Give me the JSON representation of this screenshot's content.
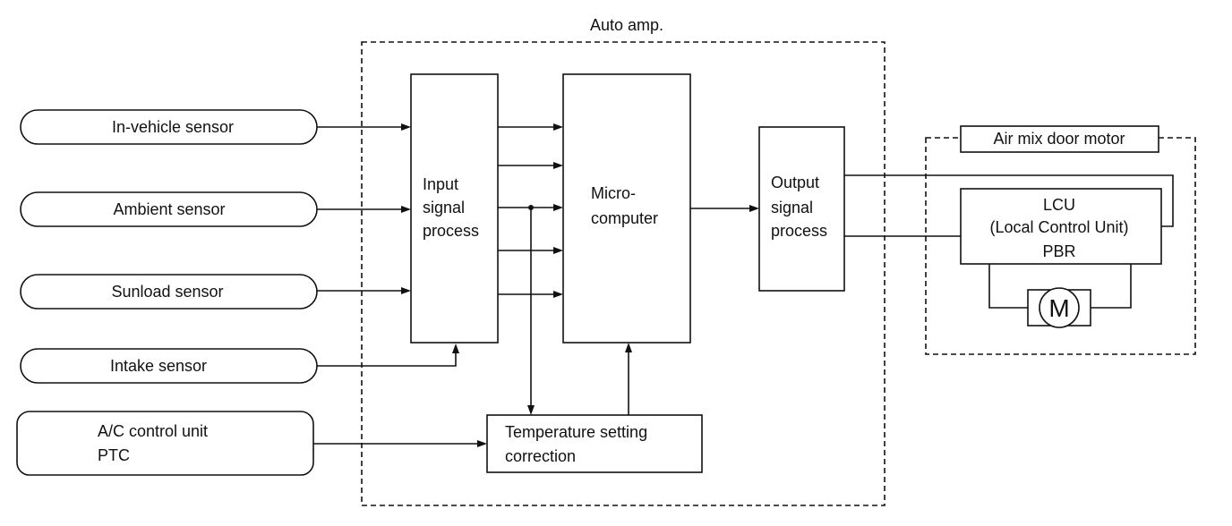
{
  "labels": {
    "auto_amp": "Auto amp.",
    "air_mix_door_motor": "Air mix door motor"
  },
  "sensors": {
    "in_vehicle": "In-vehicle sensor",
    "ambient": "Ambient sensor",
    "sunload": "Sunload sensor",
    "intake": "Intake sensor"
  },
  "ac_control_unit": {
    "line1": "A/C control unit",
    "line2": "PTC"
  },
  "input_block": {
    "line1": "Input",
    "line2": "signal",
    "line3": "process"
  },
  "micro_block": {
    "line1": "Micro-",
    "line2": "computer"
  },
  "output_block": {
    "line1": "Output",
    "line2": "signal",
    "line3": "process"
  },
  "temp_block": {
    "line1": "Temperature setting",
    "line2": "correction"
  },
  "lcu_block": {
    "line1": "LCU",
    "line2": "(Local Control Unit)",
    "line3": "PBR"
  },
  "motor": {
    "symbol": "M"
  }
}
